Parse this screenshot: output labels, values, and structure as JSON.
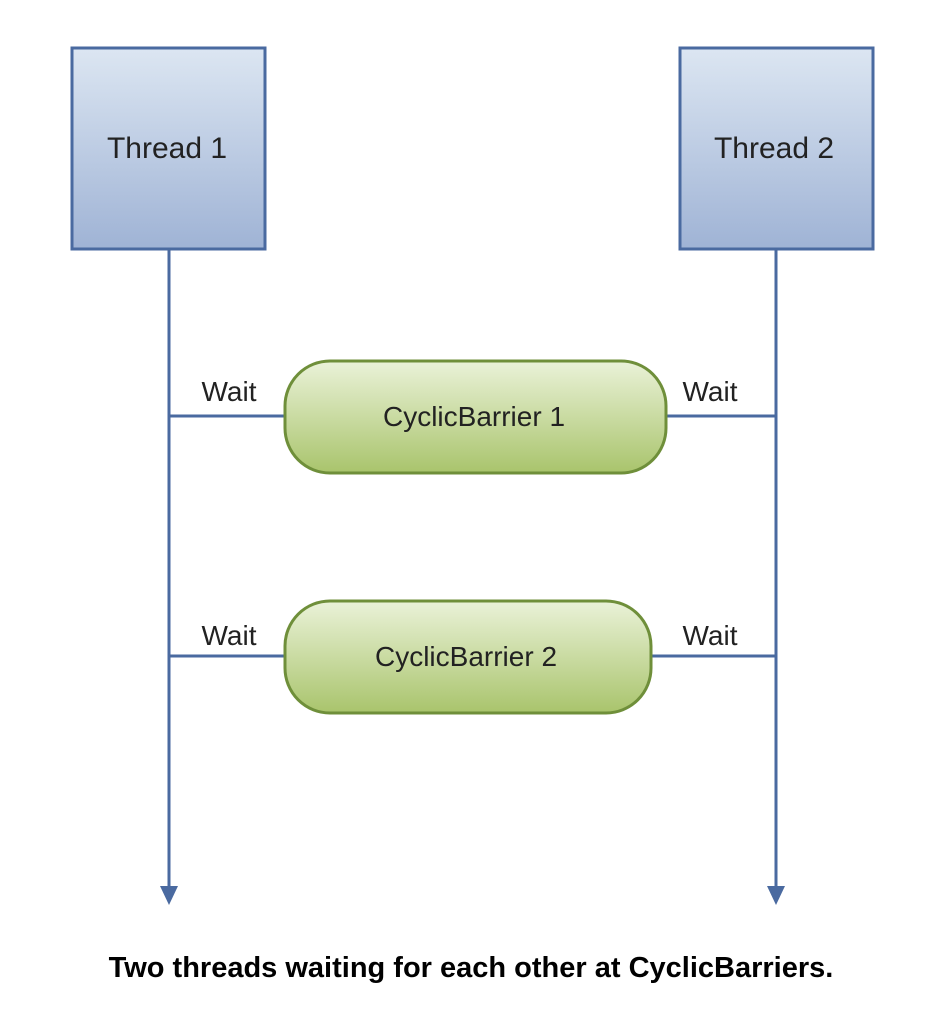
{
  "threads": [
    {
      "label": "Thread 1"
    },
    {
      "label": "Thread 2"
    }
  ],
  "barriers": [
    {
      "label": "CyclicBarrier 1",
      "left_label": "Wait",
      "right_label": "Wait"
    },
    {
      "label": "CyclicBarrier 2",
      "left_label": "Wait",
      "right_label": "Wait"
    }
  ],
  "caption": "Two threads waiting for each other at CyclicBarriers.",
  "colors": {
    "thread_fill_top": "#dce6f2",
    "thread_fill_bottom": "#9fb3d5",
    "thread_stroke": "#4a6aa0",
    "barrier_fill_top": "#eaf2d8",
    "barrier_fill_bottom": "#a9c46c",
    "barrier_stroke": "#6f8f3a",
    "line": "#4a6aa0"
  }
}
